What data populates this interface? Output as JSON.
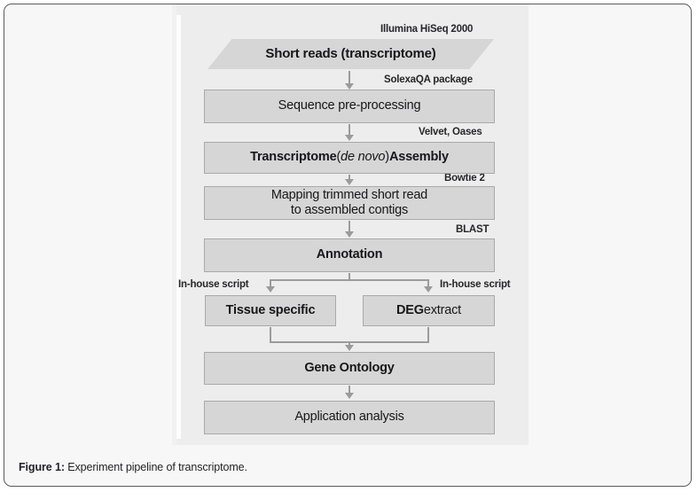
{
  "figure": {
    "caption_label": "Figure 1:",
    "caption_text": " Experiment pipeline of transcriptome."
  },
  "diagram_data": {
    "type": "flowchart",
    "title": "Experiment pipeline of transcriptome",
    "orientation": "top-to-bottom",
    "nodes": [
      {
        "id": "short-reads",
        "label": "Short reads (transcriptome)",
        "shape": "parallelogram",
        "bold": false
      },
      {
        "id": "seq-preprocessing",
        "label": "Sequence pre-processing",
        "shape": "rectangle",
        "bold": false
      },
      {
        "id": "assembly",
        "label": "Transcriptome ( de novo)  Assembly",
        "shape": "rectangle",
        "bold": true,
        "label_parts": [
          {
            "text": "Transcriptome ",
            "style": "bold"
          },
          {
            "text": "( ",
            "style": "regular"
          },
          {
            "text": "de novo",
            "style": "italic"
          },
          {
            "text": ")  ",
            "style": "regular"
          },
          {
            "text": "Assembly",
            "style": "bold"
          }
        ]
      },
      {
        "id": "mapping",
        "label": "Mapping trimmed short read\nto assembled contigs",
        "shape": "rectangle",
        "bold": false,
        "line1": "Mapping trimmed short read",
        "line2": "to assembled contigs"
      },
      {
        "id": "annotation",
        "label": "Annotation",
        "shape": "rectangle",
        "bold": true
      },
      {
        "id": "tissue-specific",
        "label": "Tissue specific",
        "shape": "rectangle",
        "bold": true
      },
      {
        "id": "deg-extract",
        "label": "DEG extract",
        "shape": "rectangle",
        "bold": false,
        "label_parts": [
          {
            "text": "DEG",
            "style": "bold"
          },
          {
            "text": " extract",
            "style": "regular"
          }
        ]
      },
      {
        "id": "gene-ontology",
        "label": "Gene Ontology",
        "shape": "rectangle",
        "bold": true
      },
      {
        "id": "application",
        "label": "Application analysis",
        "shape": "rectangle",
        "bold": false
      }
    ],
    "edge_labels": [
      {
        "id": "illumina",
        "text": "Illumina HiSeq 2000",
        "attached_to": "short-reads"
      },
      {
        "id": "solexaqa",
        "text": "SolexaQA package",
        "attached_to": "seq-preprocessing"
      },
      {
        "id": "velvet",
        "text": "Velvet, Oases",
        "attached_to": "assembly"
      },
      {
        "id": "bowtie",
        "text": "Bowtie 2",
        "attached_to": "mapping"
      },
      {
        "id": "blast",
        "text": "BLAST",
        "attached_to": "annotation"
      },
      {
        "id": "inhouse-left",
        "text": "In-house script",
        "attached_to": "tissue-specific"
      },
      {
        "id": "inhouse-right",
        "text": "In-house script",
        "attached_to": "deg-extract"
      }
    ],
    "edges": [
      {
        "from": "short-reads",
        "to": "seq-preprocessing"
      },
      {
        "from": "seq-preprocessing",
        "to": "assembly"
      },
      {
        "from": "assembly",
        "to": "mapping"
      },
      {
        "from": "mapping",
        "to": "annotation"
      },
      {
        "from": "annotation",
        "to": "tissue-specific"
      },
      {
        "from": "annotation",
        "to": "deg-extract"
      },
      {
        "from": "tissue-specific",
        "to": "gene-ontology"
      },
      {
        "from": "deg-extract",
        "to": "gene-ontology"
      },
      {
        "from": "gene-ontology",
        "to": "application"
      }
    ],
    "colors": {
      "node_fill": "#d6d6d6",
      "node_border": "#a9a9a9",
      "connector": "#9b9b9b",
      "panel_background": "#ededed",
      "card_background": "#f7f7f7",
      "card_border": "#5b5b5b",
      "text": "#17171a"
    }
  }
}
